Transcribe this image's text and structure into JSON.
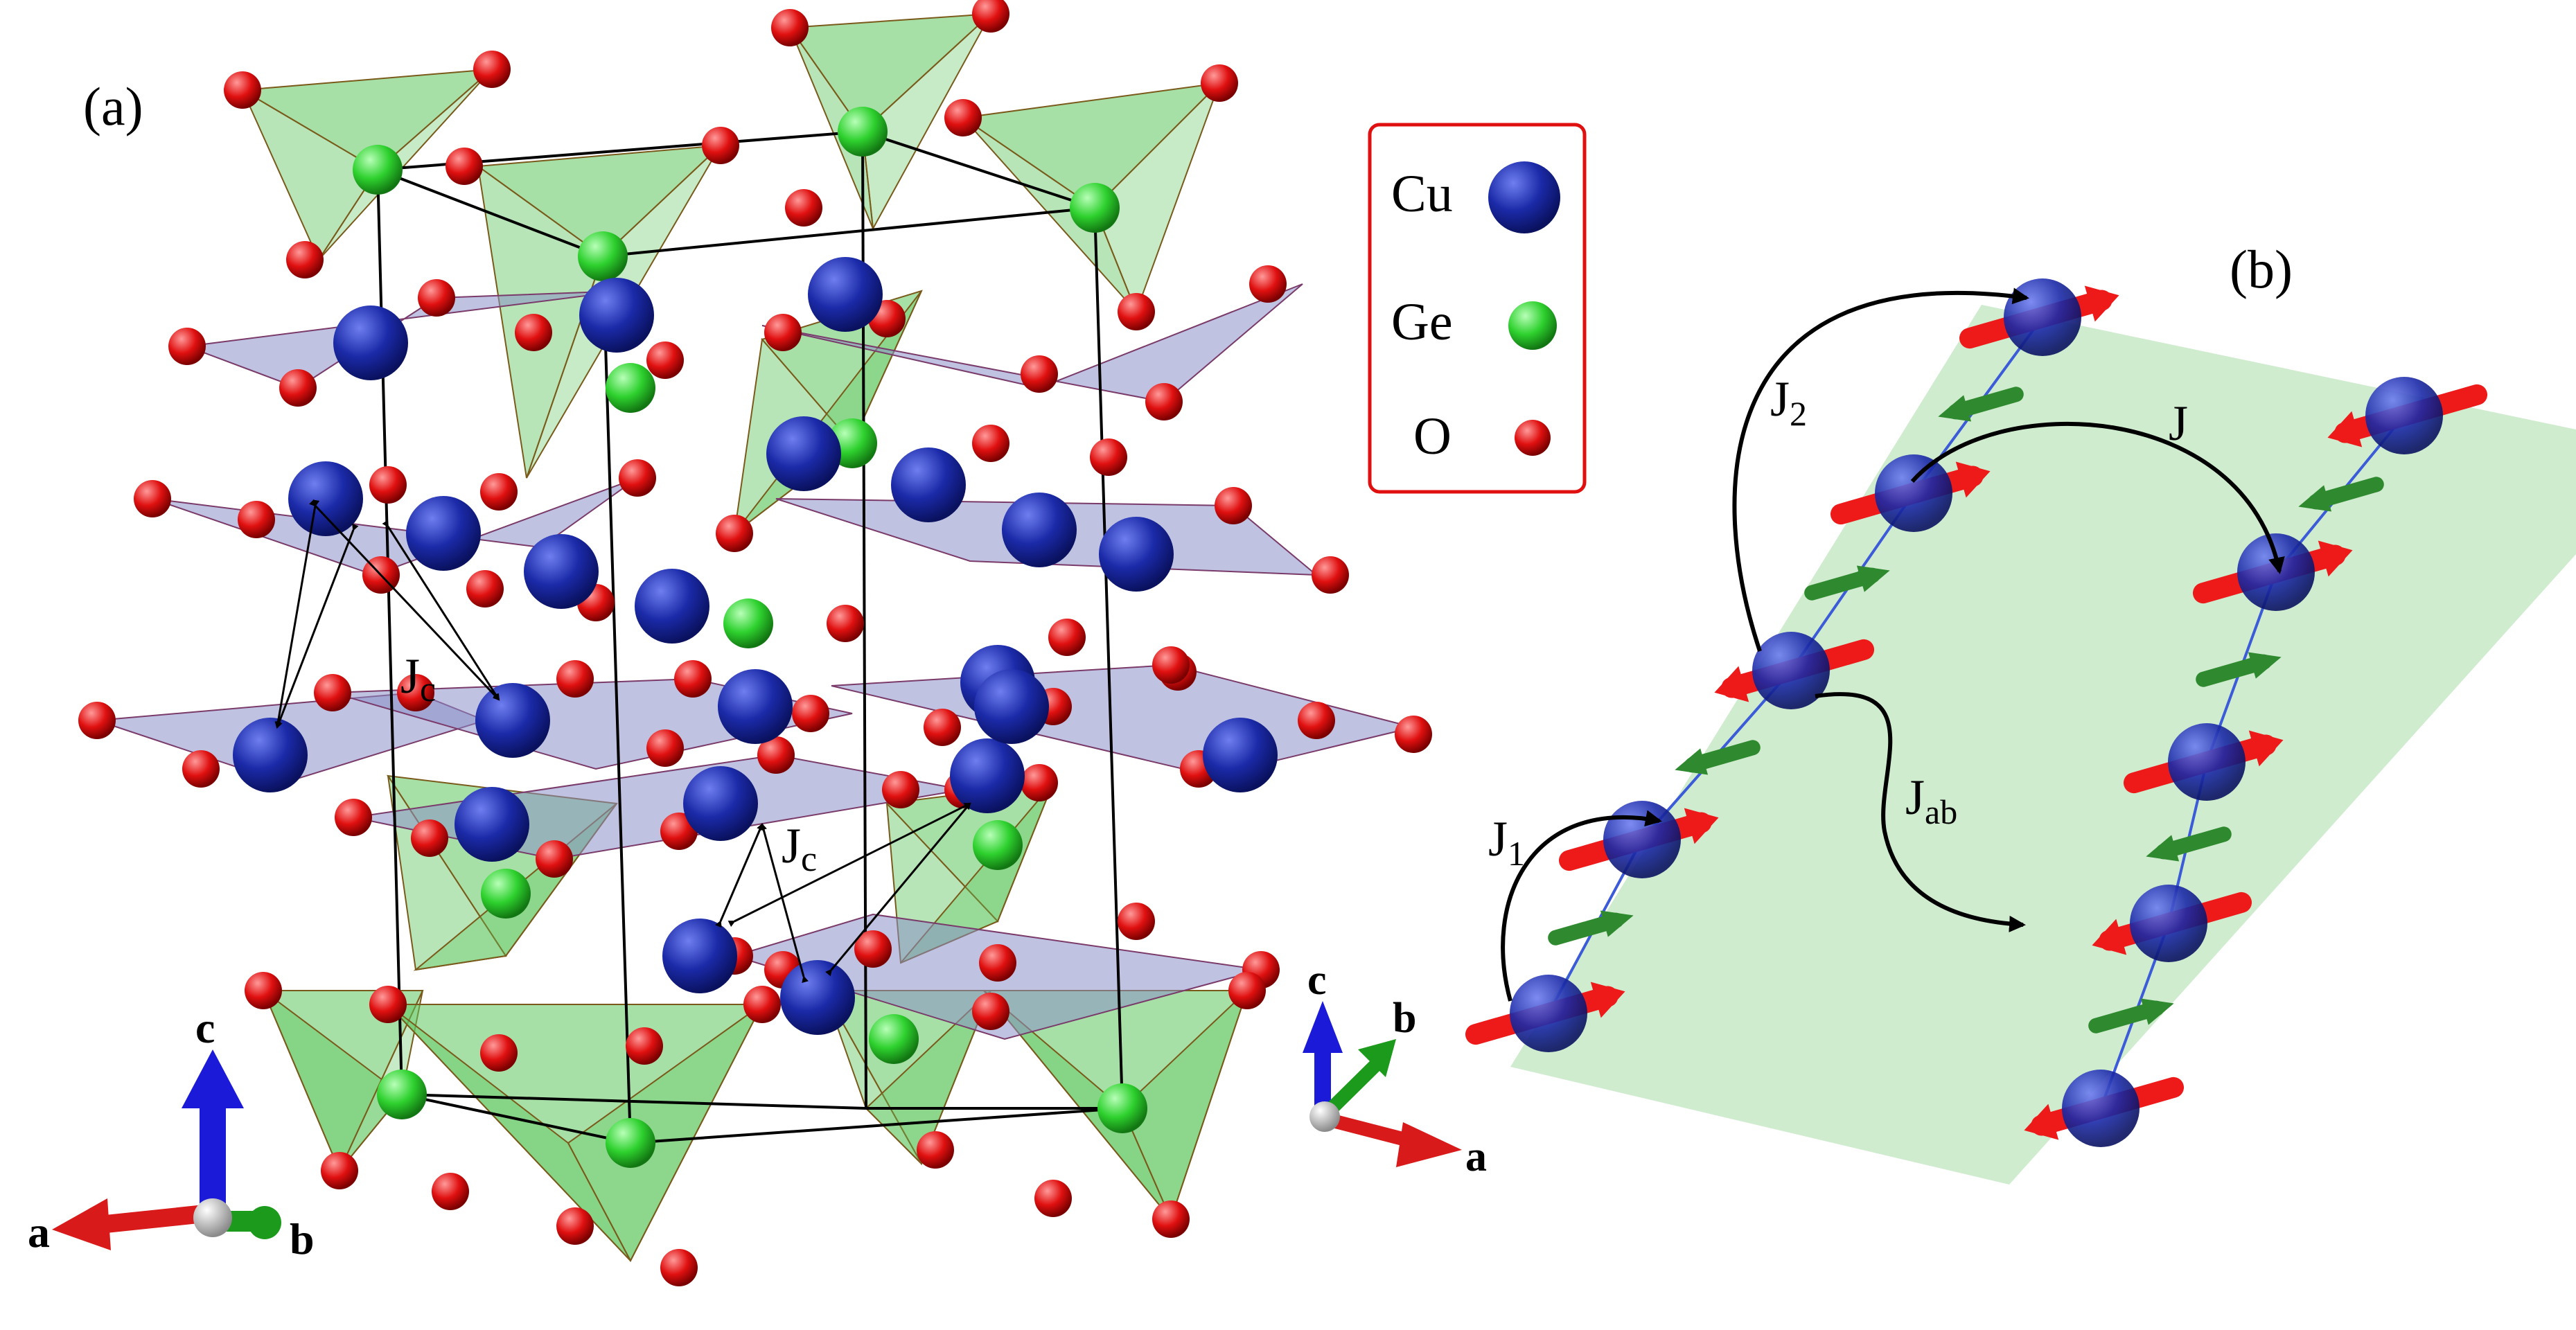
{
  "panel_a": {
    "label": "(a)",
    "coupling_label_1": "J",
    "coupling_label_1_sub": "c",
    "coupling_label_2": "J",
    "coupling_label_2_sub": "c",
    "axes": {
      "c": "c",
      "a": "a",
      "b": "b"
    }
  },
  "legend": {
    "items": [
      {
        "label": "Cu",
        "color": "#1b2aa8"
      },
      {
        "label": "Ge",
        "color": "#2ed12e"
      },
      {
        "label": "O",
        "color": "#e01010"
      }
    ],
    "border_color": "#e01010"
  },
  "panel_b": {
    "label": "(b)",
    "couplings": {
      "J1": {
        "main": "J",
        "sub": "1"
      },
      "J2": {
        "main": "J",
        "sub": "2"
      },
      "J": {
        "main": "J"
      },
      "Jab": {
        "main": "J",
        "sub": "ab"
      }
    },
    "axes": {
      "c": "c",
      "b": "b",
      "a": "a"
    }
  },
  "colors": {
    "cu": "#1b2aa8",
    "ge": "#2ed12e",
    "o": "#e01010",
    "tetra": "#5fc65f",
    "plaquette": "#8a90c8",
    "plane": "#bfe5bf",
    "spin_red": "#ee1a1a",
    "spin_green": "#2f8a2f"
  }
}
